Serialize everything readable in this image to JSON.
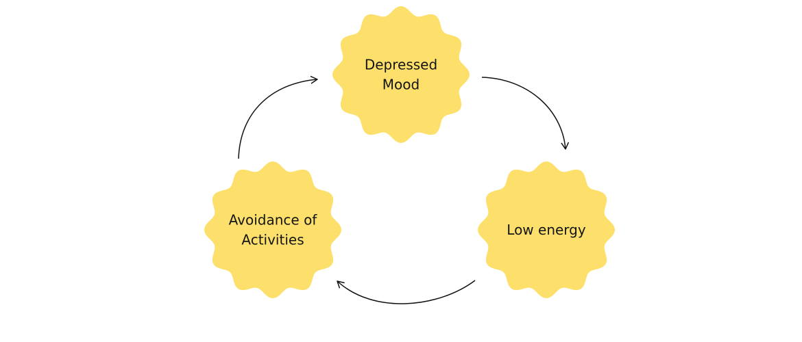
{
  "diagram": {
    "type": "cycle",
    "node_color": "#FDE06B",
    "arrow_color": "#111111",
    "nodes": [
      {
        "id": "depressed-mood",
        "lines": [
          "Depressed",
          "Mood"
        ]
      },
      {
        "id": "low-energy",
        "lines": [
          "Low energy"
        ]
      },
      {
        "id": "avoidance-of-activities",
        "lines": [
          "Avoidance of",
          "Activities"
        ]
      }
    ],
    "edges": [
      {
        "from": "depressed-mood",
        "to": "low-energy"
      },
      {
        "from": "low-energy",
        "to": "avoidance-of-activities"
      },
      {
        "from": "avoidance-of-activities",
        "to": "depressed-mood"
      }
    ]
  }
}
